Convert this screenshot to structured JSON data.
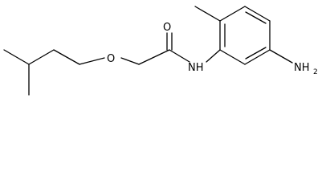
{
  "molecule": {
    "atoms": {
      "ether_oxygen": "O",
      "carbonyl_oxygen": "O",
      "amide_nh": "NH",
      "amine": "NH",
      "amine_subscript": "2"
    }
  }
}
